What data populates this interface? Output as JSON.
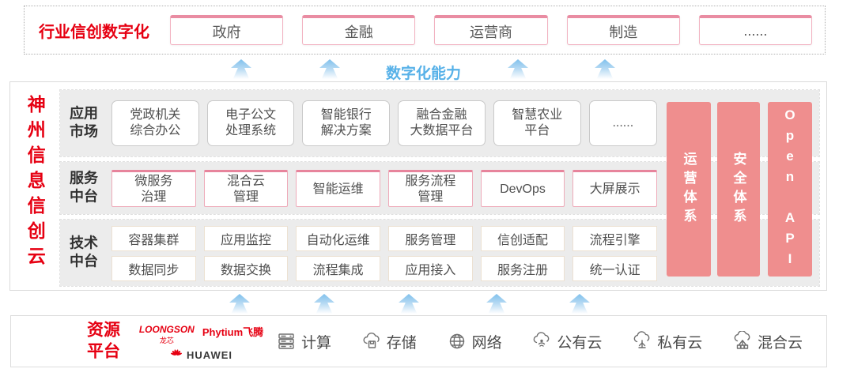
{
  "top": {
    "title": "行业信创数字化",
    "industries": [
      "政府",
      "金融",
      "运营商",
      "制造",
      "......"
    ]
  },
  "capability_label": "数字化能力",
  "platform": {
    "vertical_title": "神州信息信创云",
    "rows": [
      {
        "label": "应用\n市场",
        "items": [
          "党政机关\n综合办公",
          "电子公文\n处理系统",
          "智能银行\n解决方案",
          "融合金融\n大数据平台",
          "智慧农业\n平台",
          "......"
        ]
      },
      {
        "label": "服务\n中台",
        "items": [
          "微服务\n治理",
          "混合云\n管理",
          "智能运维",
          "服务流程\n管理",
          "DevOps",
          "大屏展示"
        ]
      },
      {
        "label": "技术\n中台",
        "items_row1": [
          "容器集群",
          "应用监控",
          "自动化运维",
          "服务管理",
          "信创适配",
          "流程引擎"
        ],
        "items_row2": [
          "数据同步",
          "数据交换",
          "流程集成",
          "应用接入",
          "服务注册",
          "统一认证"
        ]
      }
    ],
    "pillars": [
      "运营体系",
      "安全体系",
      "Open API"
    ]
  },
  "resources": {
    "label": "资源\n平台",
    "vendors": {
      "loongson": "LOONGSON",
      "loongson_cn": "龙芯",
      "phytium": "Phytium飞腾",
      "huawei": "HUAWEI"
    },
    "items": [
      {
        "icon": "compute-server-icon",
        "label": "计算"
      },
      {
        "icon": "storage-cloud-icon",
        "label": "存储"
      },
      {
        "icon": "network-icon",
        "label": "网络"
      },
      {
        "icon": "public-cloud-icon",
        "label": "公有云"
      },
      {
        "icon": "private-cloud-icon",
        "label": "私有云"
      },
      {
        "icon": "hybrid-cloud-icon",
        "label": "混合云"
      }
    ]
  },
  "colors": {
    "red": "#e60012",
    "pillar_pink": "#ef8e8e",
    "blue": "#57b1e8",
    "band_gray": "#ececec"
  }
}
